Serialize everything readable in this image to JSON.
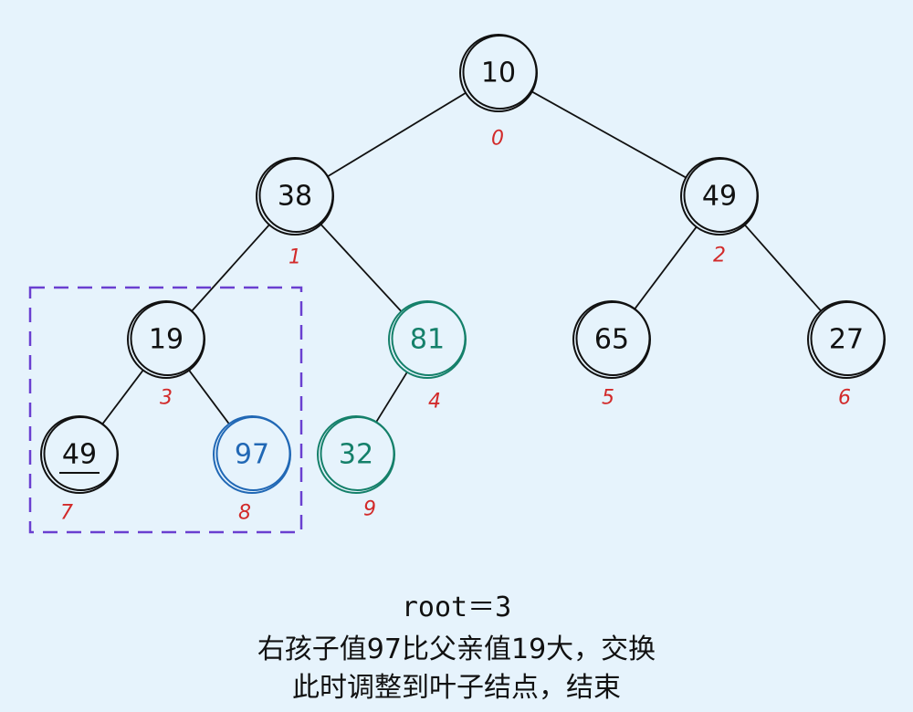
{
  "colors": {
    "default": "#111111",
    "green": "#15806a",
    "blue": "#2168b5",
    "index": "#d22a2a",
    "selection": "#6a3fd0",
    "edge": "#111111"
  },
  "nodes": [
    {
      "id": 0,
      "value": "10",
      "index": "0",
      "color": "default"
    },
    {
      "id": 1,
      "value": "38",
      "index": "1",
      "color": "default"
    },
    {
      "id": 2,
      "value": "49",
      "index": "2",
      "color": "default"
    },
    {
      "id": 3,
      "value": "19",
      "index": "3",
      "color": "default"
    },
    {
      "id": 4,
      "value": "81",
      "index": "4",
      "color": "green"
    },
    {
      "id": 5,
      "value": "65",
      "index": "5",
      "color": "default"
    },
    {
      "id": 6,
      "value": "27",
      "index": "6",
      "color": "default"
    },
    {
      "id": 7,
      "value": "49",
      "index": "7",
      "color": "default",
      "underline": true
    },
    {
      "id": 8,
      "value": "97",
      "index": "8",
      "color": "blue"
    },
    {
      "id": 9,
      "value": "32",
      "index": "9",
      "color": "green"
    }
  ],
  "edges": [
    [
      0,
      1
    ],
    [
      0,
      2
    ],
    [
      1,
      3
    ],
    [
      1,
      4
    ],
    [
      2,
      5
    ],
    [
      2,
      6
    ],
    [
      3,
      7
    ],
    [
      3,
      8
    ],
    [
      4,
      9
    ]
  ],
  "caption": {
    "root_line": "root＝3",
    "line1": "右孩子值97比父亲值19大，交换",
    "line2": "此时调整到叶子结点，结束"
  }
}
